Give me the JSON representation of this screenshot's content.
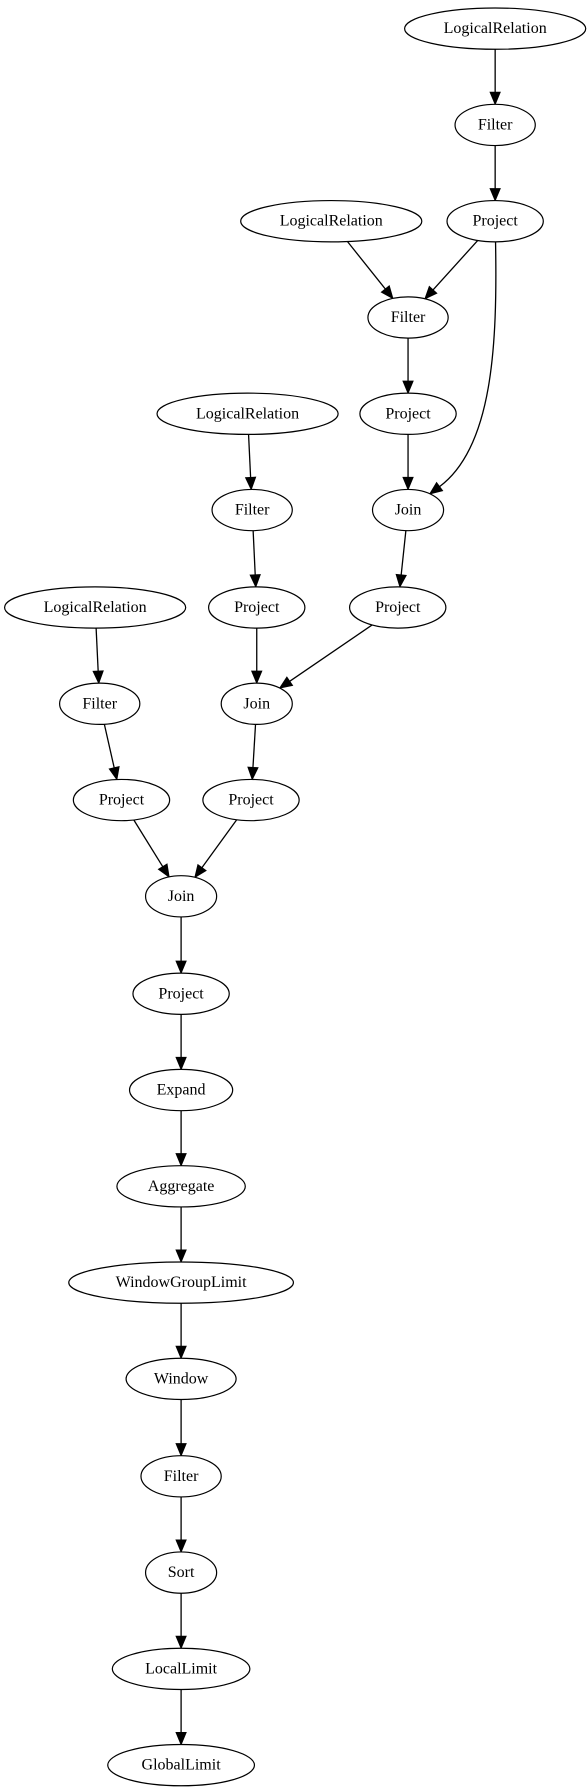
{
  "graph": {
    "nodes": [
      {
        "id": "n1",
        "label": "LogicalRelation"
      },
      {
        "id": "n2",
        "label": "Filter"
      },
      {
        "id": "n3",
        "label": "Project"
      },
      {
        "id": "n4",
        "label": "LogicalRelation"
      },
      {
        "id": "n5",
        "label": "Filter"
      },
      {
        "id": "n6",
        "label": "Project"
      },
      {
        "id": "n7",
        "label": "Join"
      },
      {
        "id": "n8",
        "label": "Project"
      },
      {
        "id": "n9",
        "label": "LogicalRelation"
      },
      {
        "id": "n10",
        "label": "Filter"
      },
      {
        "id": "n11",
        "label": "Project"
      },
      {
        "id": "n12",
        "label": "Join"
      },
      {
        "id": "n13",
        "label": "Project"
      },
      {
        "id": "n14",
        "label": "LogicalRelation"
      },
      {
        "id": "n15",
        "label": "Filter"
      },
      {
        "id": "n16",
        "label": "Project"
      },
      {
        "id": "n17",
        "label": "Join"
      },
      {
        "id": "n18",
        "label": "Project"
      },
      {
        "id": "n19",
        "label": "Expand"
      },
      {
        "id": "n20",
        "label": "Aggregate"
      },
      {
        "id": "n21",
        "label": "WindowGroupLimit"
      },
      {
        "id": "n22",
        "label": "Window"
      },
      {
        "id": "n23",
        "label": "Filter"
      },
      {
        "id": "n24",
        "label": "Sort"
      },
      {
        "id": "n25",
        "label": "LocalLimit"
      },
      {
        "id": "n26",
        "label": "GlobalLimit"
      }
    ],
    "edges": [
      {
        "from": "n1",
        "to": "n2"
      },
      {
        "from": "n2",
        "to": "n3"
      },
      {
        "from": "n3",
        "to": "n5"
      },
      {
        "from": "n4",
        "to": "n5"
      },
      {
        "from": "n5",
        "to": "n6"
      },
      {
        "from": "n6",
        "to": "n7"
      },
      {
        "from": "n3",
        "to": "n7"
      },
      {
        "from": "n7",
        "to": "n8"
      },
      {
        "from": "n8",
        "to": "n12"
      },
      {
        "from": "n9",
        "to": "n10"
      },
      {
        "from": "n10",
        "to": "n11"
      },
      {
        "from": "n11",
        "to": "n12"
      },
      {
        "from": "n12",
        "to": "n13"
      },
      {
        "from": "n13",
        "to": "n17"
      },
      {
        "from": "n14",
        "to": "n15"
      },
      {
        "from": "n15",
        "to": "n16"
      },
      {
        "from": "n16",
        "to": "n17"
      },
      {
        "from": "n17",
        "to": "n18"
      },
      {
        "from": "n18",
        "to": "n19"
      },
      {
        "from": "n19",
        "to": "n20"
      },
      {
        "from": "n20",
        "to": "n21"
      },
      {
        "from": "n21",
        "to": "n22"
      },
      {
        "from": "n22",
        "to": "n23"
      },
      {
        "from": "n23",
        "to": "n24"
      },
      {
        "from": "n24",
        "to": "n25"
      },
      {
        "from": "n25",
        "to": "n26"
      }
    ]
  }
}
